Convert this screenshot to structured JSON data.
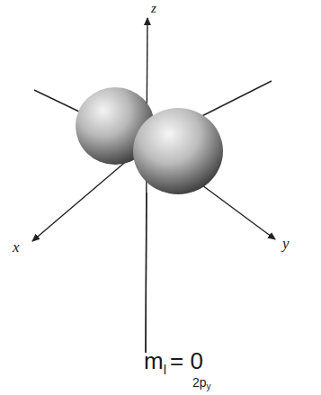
{
  "diagram": {
    "labels": [
      "z",
      "x",
      "y",
      "m",
      "l",
      "= 0",
      "2p",
      "y"
    ]
  }
}
